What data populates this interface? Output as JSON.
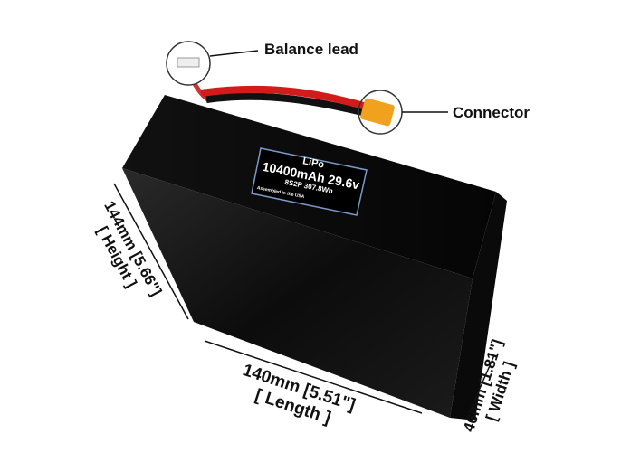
{
  "callouts": {
    "balance_lead": "Balance lead",
    "connector": "Connector"
  },
  "battery_label": {
    "chemistry": "LiPo",
    "capacity_voltage": "10400mAh 29.6v",
    "config_energy": "8S2P 307.8Wh",
    "assembled": "Assembled in the USA"
  },
  "dimensions": {
    "height": "144mm [5.66\"]",
    "height_label": "[ Height ]",
    "length": "140mm [5.51\"]",
    "length_label": "[ Length ]",
    "width": "46mm [1.81\"]",
    "width_label": "[ Width ]"
  }
}
